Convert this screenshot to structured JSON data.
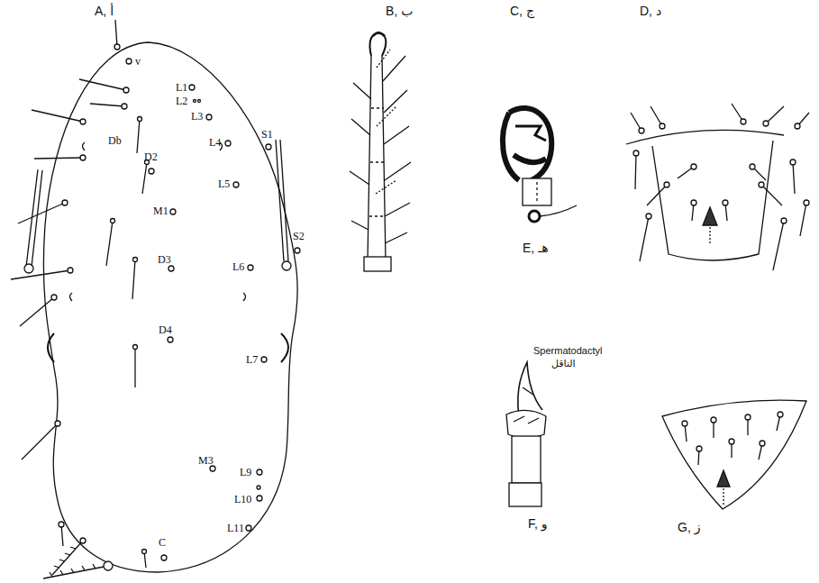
{
  "diagram": {
    "labels": [
      "A, أ",
      "v",
      "L1",
      "L2",
      "L3",
      "Db",
      "D2",
      "L4",
      "S1",
      "L5",
      "M1",
      "D3",
      "L6",
      "S2",
      "D4",
      "L7",
      "M3",
      "L9",
      "L10",
      "L11",
      "C",
      "B, ب",
      "C, ج",
      "D, د",
      "E, هـ",
      "Spermatodactyl",
      "الناقل",
      "F, و",
      "G, ز"
    ]
  }
}
